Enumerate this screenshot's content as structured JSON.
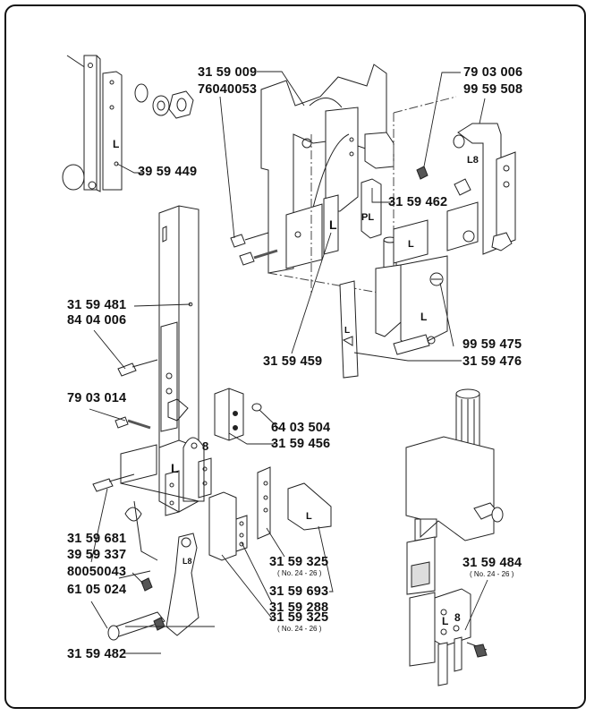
{
  "diagram": {
    "type": "exploded-parts-diagram",
    "callouts": [
      {
        "id": "p1",
        "part_no": "31 59 009"
      },
      {
        "id": "p2",
        "part_no": "76040053"
      },
      {
        "id": "p3",
        "part_no": "79 03 006"
      },
      {
        "id": "p4",
        "part_no": "99 59 508"
      },
      {
        "id": "p5",
        "part_no": "39 59 449"
      },
      {
        "id": "p6",
        "part_no": "31 59 462"
      },
      {
        "id": "p7",
        "part_no": "31 59 481"
      },
      {
        "id": "p8",
        "part_no": "84 04 006"
      },
      {
        "id": "p9",
        "part_no": "99 59 475"
      },
      {
        "id": "p10",
        "part_no": "31 59 459"
      },
      {
        "id": "p11",
        "part_no": "31 59 476"
      },
      {
        "id": "p12",
        "part_no": "79 03 014"
      },
      {
        "id": "p13",
        "part_no": "64 03 504"
      },
      {
        "id": "p14",
        "part_no": "31 59 456"
      },
      {
        "id": "p15",
        "part_no": "31 59 681"
      },
      {
        "id": "p16",
        "part_no": "39 59 337"
      },
      {
        "id": "p17",
        "part_no": "80050043"
      },
      {
        "id": "p18",
        "part_no": "61 05 024"
      },
      {
        "id": "p19",
        "part_no": "31 59 482"
      },
      {
        "id": "p20",
        "part_no": "31 59 325",
        "note": "( No. 24 - 26 )"
      },
      {
        "id": "p21",
        "part_no": "31 59 693"
      },
      {
        "id": "p22",
        "part_no": "31 59 288"
      },
      {
        "id": "p23",
        "part_no": "31 59 325",
        "note": "( No. 24 - 26 )"
      },
      {
        "id": "p24",
        "part_no": "31 59 484",
        "note": "( No. 24 - 26 )"
      }
    ],
    "part_markings": {
      "l": "L",
      "pl": "PL",
      "eight": "8",
      "l8": "L8"
    }
  }
}
